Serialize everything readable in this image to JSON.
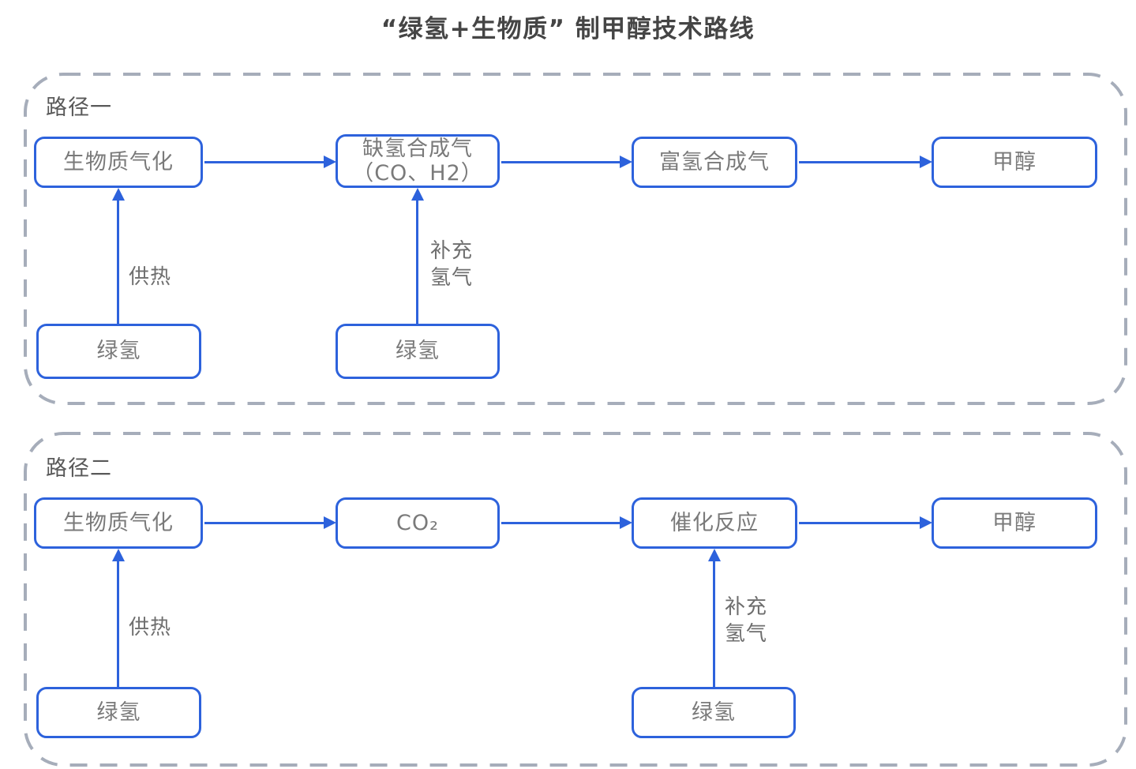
{
  "title": "“绿氢+生物质” 制甲醇技术路线",
  "colors": {
    "accent": "#2d62dc",
    "box_text": "#7a7a7a",
    "panel_border": "#a6adba",
    "label_text": "#6e6e6e",
    "title_text": "#454545",
    "panel_label_text": "#595959"
  },
  "panel1": {
    "label": "路径一",
    "boxes": {
      "gasification": "生物质气化",
      "lean_syngas_line1": "缺氢合成气",
      "lean_syngas_line2": "（CO、H2）",
      "rich_syngas": "富氢合成气",
      "methanol": "甲醇",
      "green_h2_left": "绿氢",
      "green_h2_mid": "绿氢"
    },
    "arrow_labels": {
      "heat": "供热",
      "supplement_line1": "补充",
      "supplement_line2": "氢气"
    }
  },
  "panel2": {
    "label": "路径二",
    "boxes": {
      "gasification": "生物质气化",
      "co2": "CO₂",
      "catalysis": "催化反应",
      "methanol": "甲醇",
      "green_h2_left": "绿氢",
      "green_h2_right": "绿氢"
    },
    "arrow_labels": {
      "heat": "供热",
      "supplement_line1": "补充",
      "supplement_line2": "氢气"
    }
  }
}
